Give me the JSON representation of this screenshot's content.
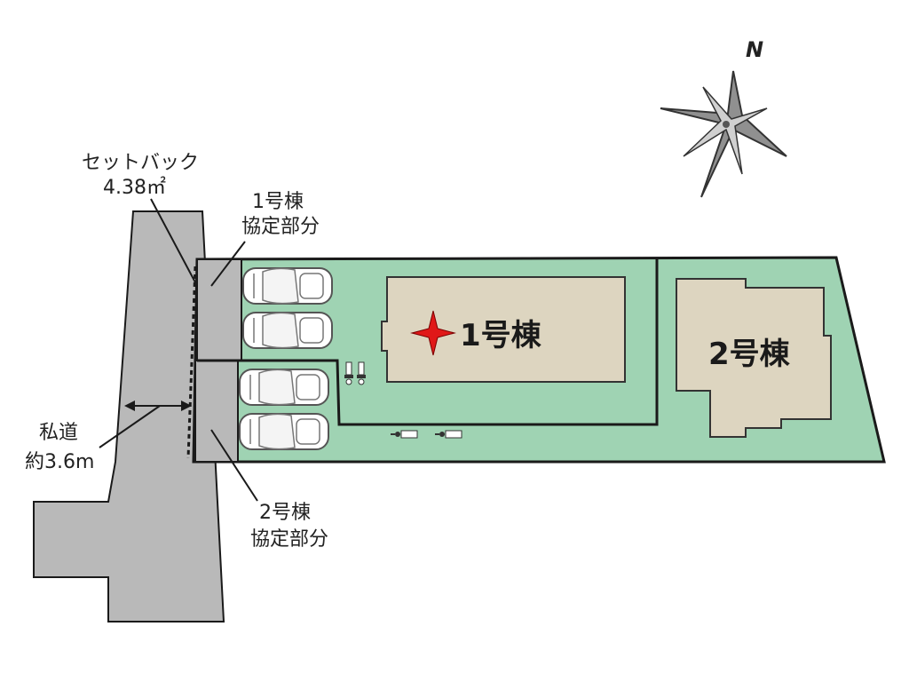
{
  "compass": {
    "north_label": "N"
  },
  "labels": {
    "setback_title": "セットバック",
    "setback_area": "4.38㎡",
    "zone1_line1": "1号棟",
    "zone1_line2": "協定部分",
    "zone2_line1": "2号棟",
    "zone2_line2": "協定部分",
    "road_line1": "私道",
    "road_line2": "約3.6m"
  },
  "buildings": {
    "building1": "1号棟",
    "building2": "2号棟"
  },
  "colors": {
    "lot_green": "#9fd3b3",
    "building_beige": "#ddd5c0",
    "road_gray": "#b9b9b9",
    "marker_red": "#e01818",
    "line": "#1a1a1a"
  }
}
